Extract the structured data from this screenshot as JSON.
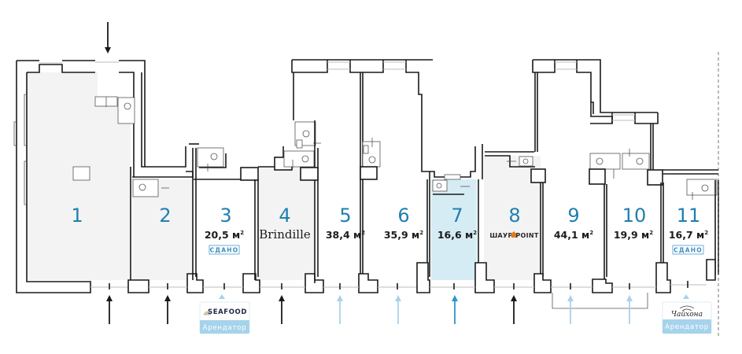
{
  "colors": {
    "accent_blue": "#1f7fb0",
    "arrow_dark": "#1a1a1a",
    "arrow_light": "#a9d2ea",
    "arrow_active": "#2a95cf",
    "occupied_fill": "#f3f3f3",
    "selected_fill": "#d6ecf4",
    "vacant_fill": "#ffffff",
    "tenant_card_band": "#a6d3ec"
  },
  "units": [
    {
      "number": "1",
      "area": "",
      "status": "occupied",
      "tenant": ""
    },
    {
      "number": "2",
      "area": "",
      "status": "occupied",
      "tenant": ""
    },
    {
      "number": "3",
      "area": "20,5 м",
      "area_unit_sup": "2",
      "status": "vacant",
      "badge": "СДАНО"
    },
    {
      "number": "4",
      "area": "",
      "status": "occupied",
      "tenant": "Brindille"
    },
    {
      "number": "5",
      "area": "38,4 м",
      "area_unit_sup": "2",
      "status": "vacant"
    },
    {
      "number": "6",
      "area": "35,9 м",
      "area_unit_sup": "2",
      "status": "vacant"
    },
    {
      "number": "7",
      "area": "16,6 м",
      "area_unit_sup": "2",
      "status": "selected"
    },
    {
      "number": "8",
      "area": "",
      "status": "occupied",
      "tenant": "ШАУР",
      "tenant_suffix": "POINT"
    },
    {
      "number": "9",
      "area": "44,1 м",
      "area_unit_sup": "2",
      "status": "vacant"
    },
    {
      "number": "10",
      "area": "19,9 м",
      "area_unit_sup": "2",
      "status": "vacant"
    },
    {
      "number": "11",
      "area": "16,7 м",
      "area_unit_sup": "2",
      "status": "vacant",
      "badge": "СДАНО"
    }
  ],
  "tenant_cards": [
    {
      "brand": "SEAFOOD",
      "label": "Арендатор"
    },
    {
      "brand": "Чайхона",
      "label": "Арендатор"
    }
  ]
}
